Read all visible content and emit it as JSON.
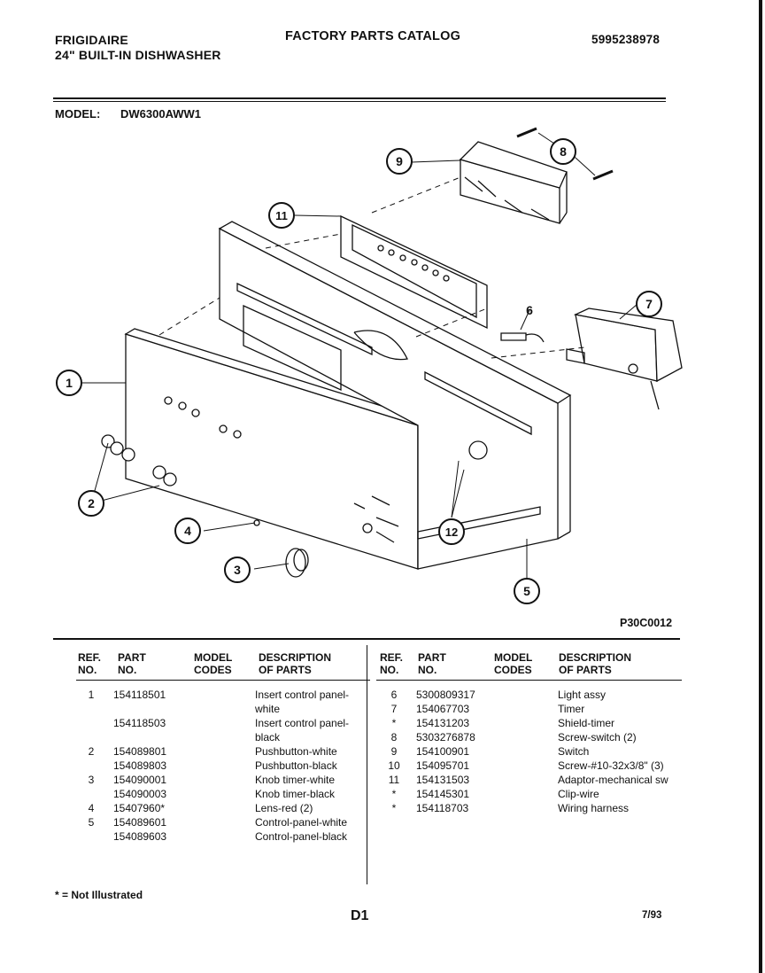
{
  "header": {
    "brand": "FRIGIDAIRE",
    "product": "24\" BUILT-IN DISHWASHER",
    "catalog_title": "FACTORY PARTS CATALOG",
    "catalog_number": "5995238978",
    "model_label": "MODEL:",
    "model_value": "DW6300AWW1"
  },
  "diagram": {
    "figure_code": "P30C0012",
    "callouts": [
      "1",
      "2",
      "3",
      "4",
      "5",
      "6",
      "7",
      "8",
      "9",
      "11",
      "12"
    ]
  },
  "table": {
    "headers": {
      "ref": [
        "REF.",
        "NO."
      ],
      "part": [
        "PART",
        "NO."
      ],
      "codes": [
        "MODEL",
        "CODES"
      ],
      "desc": [
        "DESCRIPTION",
        "OF PARTS"
      ]
    },
    "left_rows": [
      {
        "ref": "1",
        "part": "154118501",
        "codes": "",
        "desc": "Insert control panel-"
      },
      {
        "ref": "",
        "part": "",
        "codes": "",
        "desc": "white"
      },
      {
        "ref": "",
        "part": "154118503",
        "codes": "",
        "desc": "Insert control panel-"
      },
      {
        "ref": "",
        "part": "",
        "codes": "",
        "desc": "black"
      },
      {
        "ref": "2",
        "part": "154089801",
        "codes": "",
        "desc": "Pushbutton-white"
      },
      {
        "ref": "",
        "part": "154089803",
        "codes": "",
        "desc": "Pushbutton-black"
      },
      {
        "ref": "3",
        "part": "154090001",
        "codes": "",
        "desc": "Knob timer-white"
      },
      {
        "ref": "",
        "part": "154090003",
        "codes": "",
        "desc": "Knob timer-black"
      },
      {
        "ref": "4",
        "part": "15407960*",
        "codes": "",
        "desc": "Lens-red (2)"
      },
      {
        "ref": "5",
        "part": "154089601",
        "codes": "",
        "desc": "Control-panel-white"
      },
      {
        "ref": "",
        "part": "154089603",
        "codes": "",
        "desc": "Control-panel-black"
      }
    ],
    "right_rows": [
      {
        "ref": "6",
        "part": "5300809317",
        "codes": "",
        "desc": "Light assy"
      },
      {
        "ref": "7",
        "part": "154067703",
        "codes": "",
        "desc": "Timer"
      },
      {
        "ref": "*",
        "part": "154131203",
        "codes": "",
        "desc": "Shield-timer"
      },
      {
        "ref": "8",
        "part": "5303276878",
        "codes": "",
        "desc": "Screw-switch (2)"
      },
      {
        "ref": "9",
        "part": "154100901",
        "codes": "",
        "desc": "Switch"
      },
      {
        "ref": "10",
        "part": "154095701",
        "codes": "",
        "desc": "Screw-#10-32x3/8\" (3)"
      },
      {
        "ref": "11",
        "part": "154131503",
        "codes": "",
        "desc": "Adaptor-mechanical sw"
      },
      {
        "ref": "*",
        "part": "154145301",
        "codes": "",
        "desc": "Clip-wire"
      },
      {
        "ref": "*",
        "part": "154118703",
        "codes": "",
        "desc": "Wiring harness"
      }
    ]
  },
  "footer": {
    "note": "* = Not Illustrated",
    "page_id": "D1",
    "date": "7/93"
  }
}
